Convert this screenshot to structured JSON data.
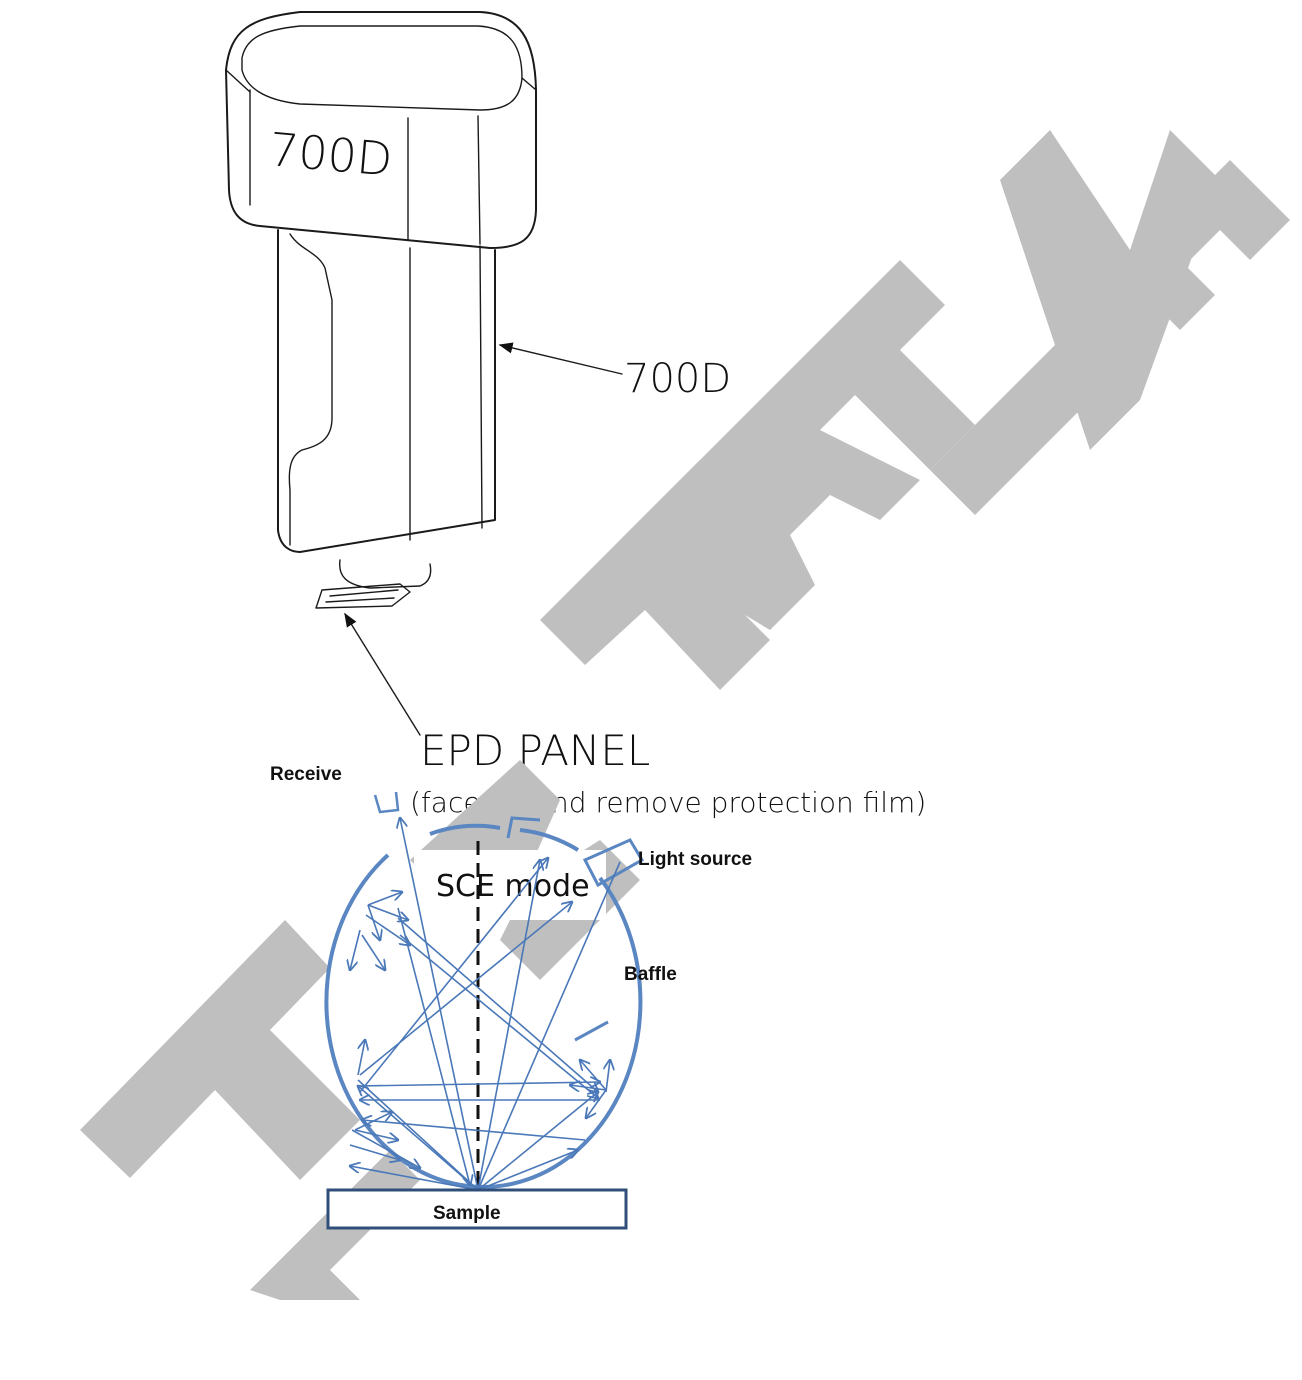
{
  "device": {
    "body_text": "700D",
    "callout_label": "700D"
  },
  "epd": {
    "callout_label": "EPD PANEL",
    "note": "(face up and remove protection film)"
  },
  "mode": {
    "title": "SCE mode"
  },
  "sphere_diagram": {
    "receive_label": "Receive",
    "light_source_label": "Light source",
    "baffle_label": "Baffle",
    "sample_label": "Sample",
    "ray_color": "#4a78b8",
    "sphere_color": "#5a86c2",
    "sample_border_color": "#2f4f7a"
  },
  "watermark": {
    "text": "TENTATIVE",
    "color": "#bfbfbf"
  }
}
